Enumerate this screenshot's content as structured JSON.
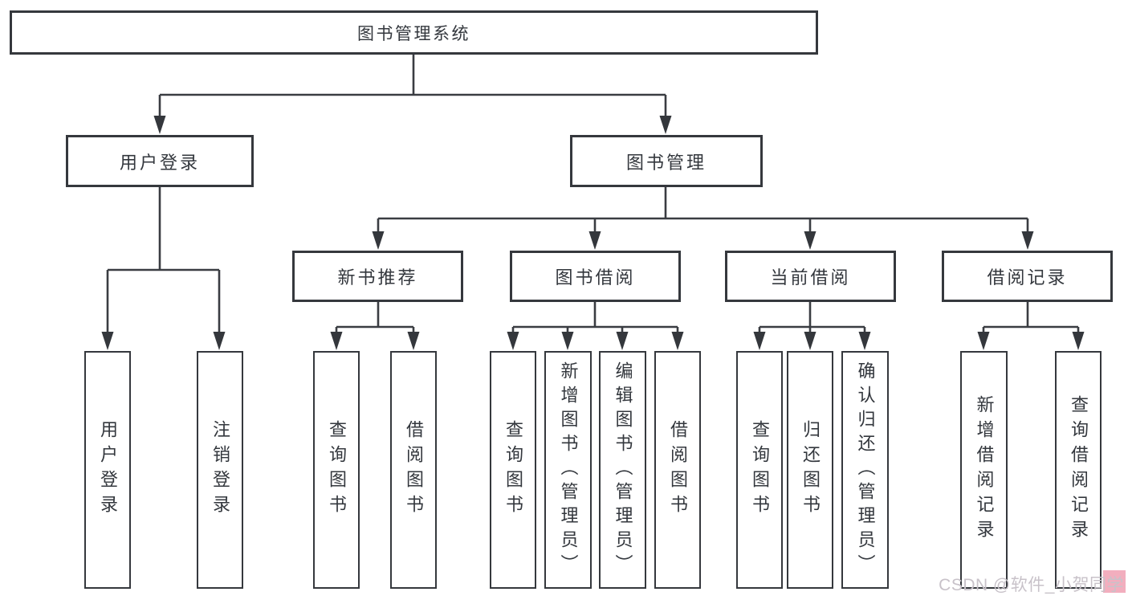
{
  "diagram": {
    "root": "图书管理系统",
    "level2": {
      "user_login": "用户登录",
      "book_mgmt": "图书管理"
    },
    "level3": {
      "new_books": "新书推荐",
      "borrowing": "图书借阅",
      "current": "当前借阅",
      "records": "借阅记录"
    },
    "leaves": {
      "user_login": [
        "用户登录",
        "注销登录"
      ],
      "new_books": [
        "查询图书",
        "借阅图书"
      ],
      "borrowing": [
        "查询图书",
        "新增图书（管理员）",
        "编辑图书（管理员）",
        "借阅图书"
      ],
      "current": [
        "查询图书",
        "归还图书",
        "确认归还（管理员）"
      ],
      "records": [
        "新增借阅记录",
        "查询借阅记录"
      ]
    }
  },
  "watermark": "CSDN @软件_小贺同学",
  "colors": {
    "line": "#3a3d42",
    "border": "#35383d",
    "text": "#33373d",
    "background": "#ffffff",
    "watermark_text": "#c8c2c9",
    "watermark_accent": "#f0a0b3"
  }
}
